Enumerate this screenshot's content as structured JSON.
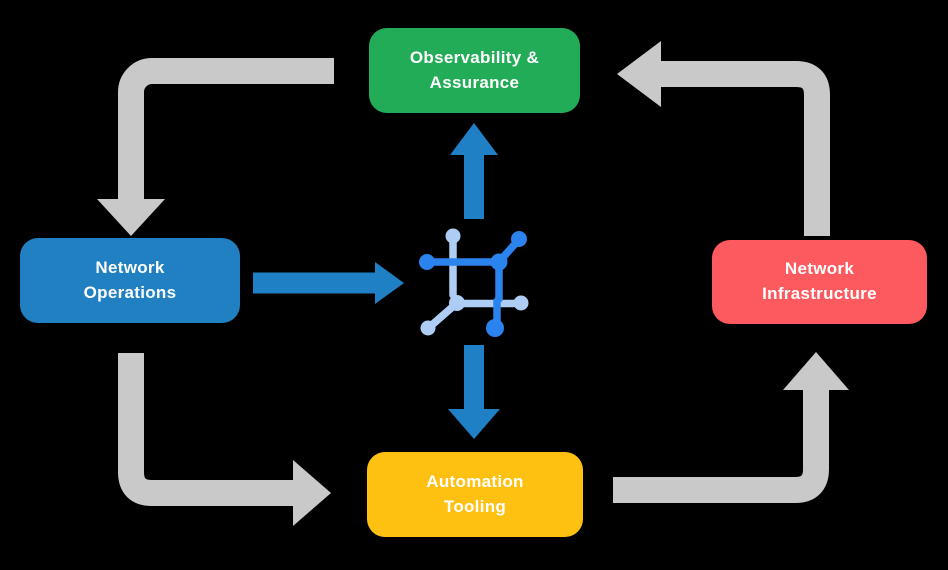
{
  "diagram": {
    "type": "cycle-flow-diagram",
    "nodes": {
      "observability": {
        "line1": "Observability &",
        "line2": "Assurance",
        "color": "#22AC57",
        "position": "top"
      },
      "operations": {
        "line1": "Network",
        "line2": "Operations",
        "color": "#2180C2",
        "position": "left"
      },
      "infrastructure": {
        "line1": "Network",
        "line2": "Infrastructure",
        "color": "#FD5A5F",
        "position": "right"
      },
      "automation": {
        "line1": "Automation",
        "line2": "Tooling",
        "color": "#FEC011",
        "position": "bottom"
      }
    },
    "center_icon": "network-automation-icon",
    "flows": [
      "observability -> operations (gray)",
      "operations -> automation (gray)",
      "automation -> infrastructure (gray)",
      "infrastructure -> observability (gray)",
      "operations -> center (blue)",
      "center -> observability (blue)",
      "center -> automation (blue)"
    ],
    "colors": {
      "gray_arrow": "#C9C9C9",
      "blue_arrow": "#1F80C5",
      "icon_bright_blue": "#2B83EE",
      "icon_light_blue": "#AECDF5",
      "background": "#000000",
      "node_text": "#FFFFFF"
    }
  }
}
